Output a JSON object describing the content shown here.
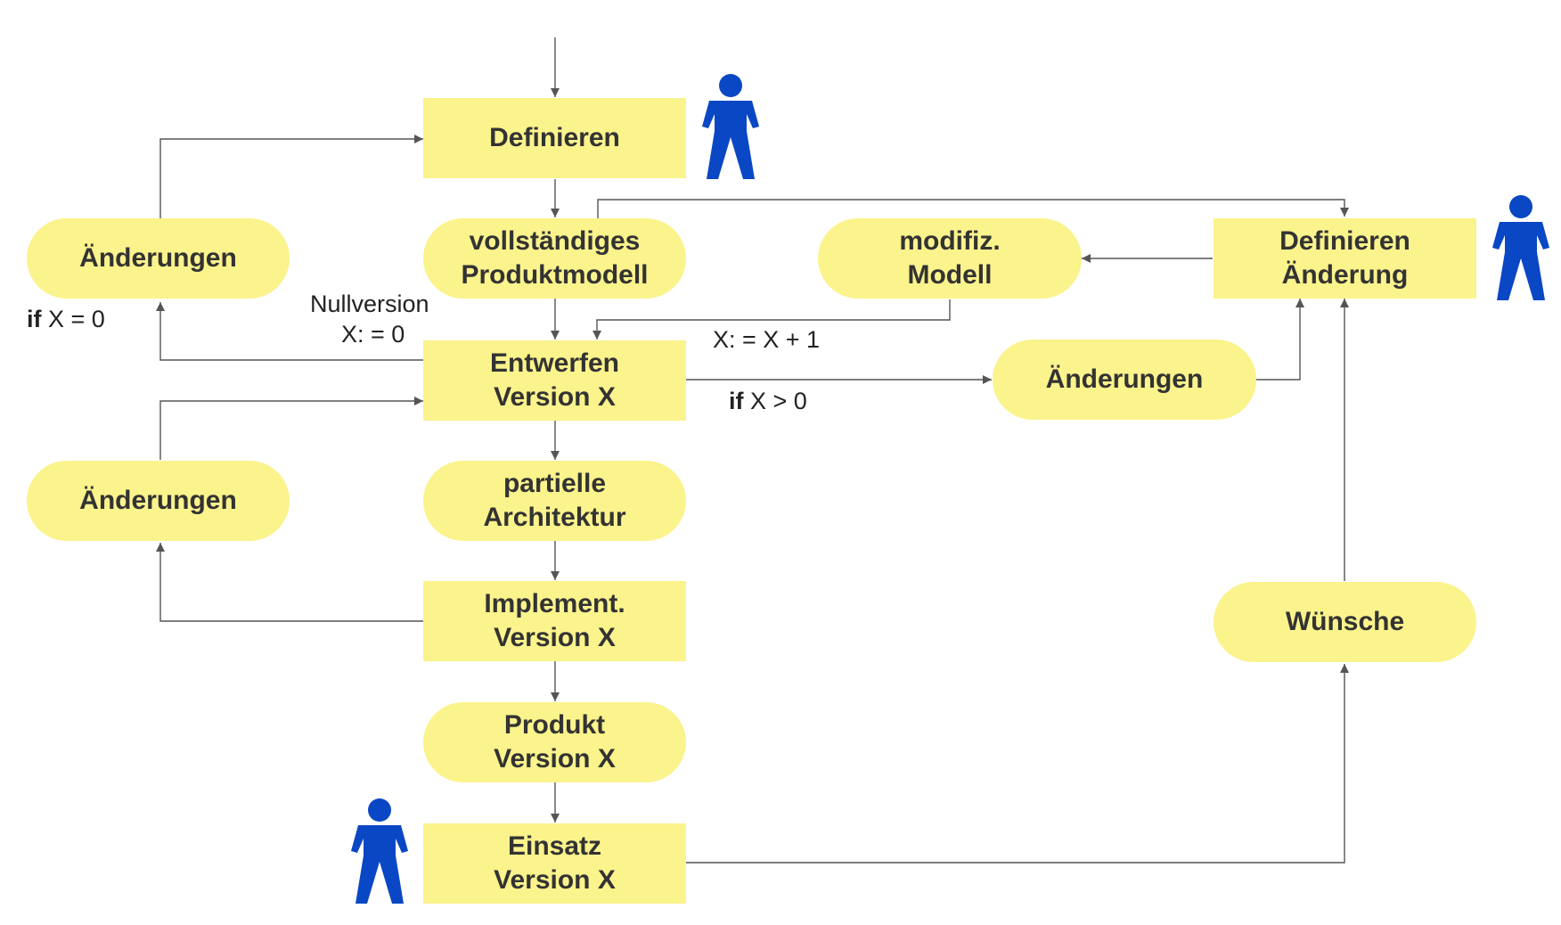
{
  "diagram": {
    "nodes": {
      "definieren": "Definieren",
      "produktmodell": "vollständiges\nProduktmodell",
      "aenderungen_top_left": "Änderungen",
      "entwerfen": "Entwerfen\nVersion X",
      "partielle_architektur": "partielle\nArchitektur",
      "aenderungen_mid_left": "Änderungen",
      "implement": "Implement.\nVersion X",
      "produkt": "Produkt\nVersion X",
      "einsatz": "Einsatz\nVersion X",
      "modifiziertes_modell": "modifiz.\nModell",
      "definieren_aenderung": "Definieren\nÄnderung",
      "aenderungen_right": "Änderungen",
      "wuensche": "Wünsche"
    },
    "labels": {
      "if_zero_keyword": "if",
      "if_zero_condition": " X = 0",
      "nullversion": "Nullversion",
      "x_assign_zero": "X: = 0",
      "x_increment": "X: = X + 1",
      "if_positive_keyword": "if",
      "if_positive_condition": " X > 0"
    }
  },
  "colors": {
    "node_fill": "#fbf38c",
    "node_text": "#333333",
    "arrow": "#555555",
    "person": "#0a47c4"
  },
  "icons": [
    "person-icon",
    "person-icon",
    "person-icon"
  ]
}
